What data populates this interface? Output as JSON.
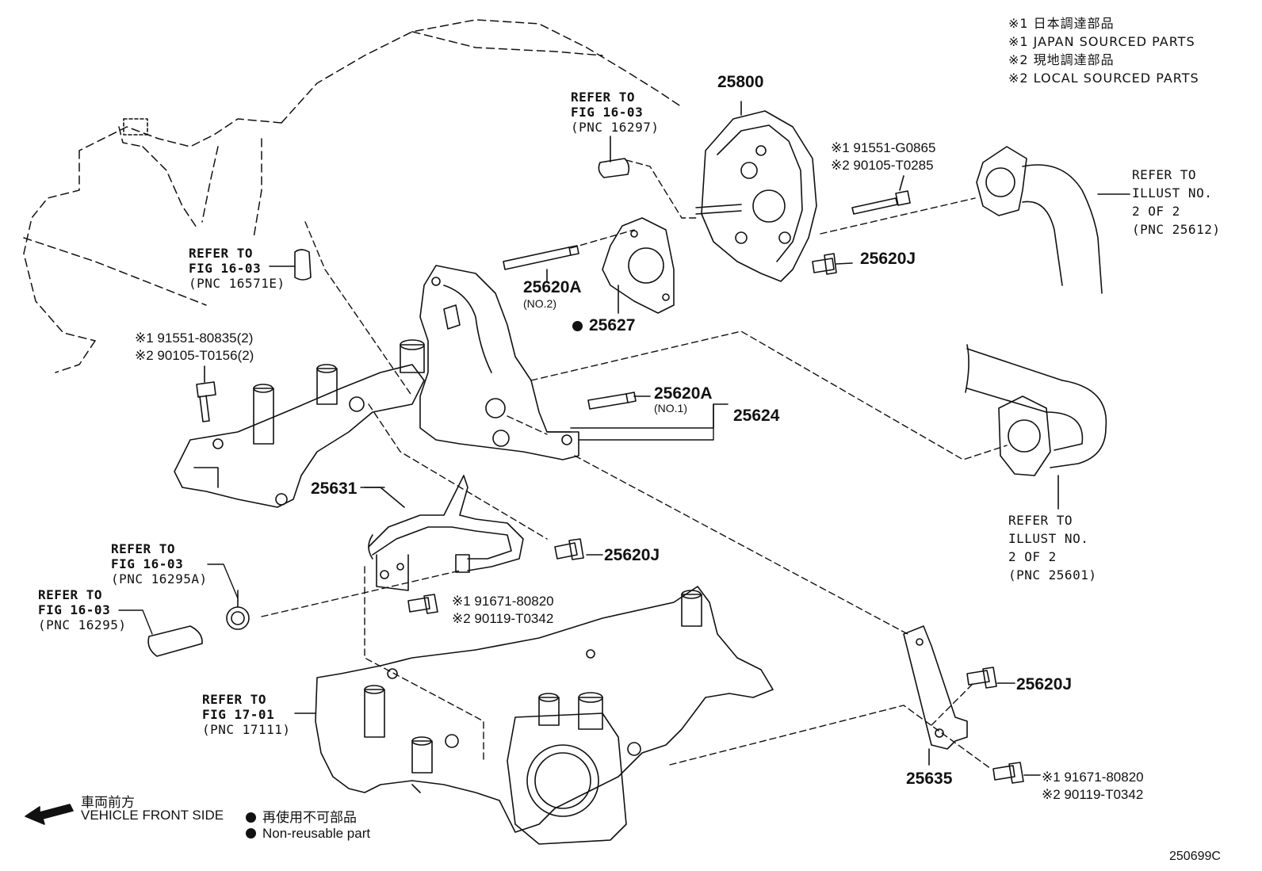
{
  "notes": {
    "line1": "※1 日本調達部品",
    "line2": "※1 JAPAN SOURCED PARTS",
    "line3": "※2 現地調達部品",
    "line4": "※2 LOCAL SOURCED PARTS"
  },
  "refs": {
    "r16297": [
      "REFER TO",
      "FIG 16-03",
      "(PNC 16297)"
    ],
    "r16571": [
      "REFER TO",
      "FIG 16-03",
      "(PNC 16571E)"
    ],
    "r25612": [
      "REFER TO",
      "ILLUST NO.",
      "2 OF 2",
      "(PNC 25612)"
    ],
    "r25601": [
      "REFER TO",
      "ILLUST NO.",
      "2 OF 2",
      "(PNC 25601)"
    ],
    "r16295a": [
      "REFER TO",
      "FIG 16-03",
      "(PNC 16295A)"
    ],
    "r16295": [
      "REFER TO",
      "FIG 16-03",
      "(PNC 16295)"
    ],
    "r17111": [
      "REFER TO",
      "FIG 17-01",
      "(PNC 17111)"
    ]
  },
  "parts": {
    "p25800": "25800",
    "p25620a_no2": "25620A",
    "p25620a_no2_sub": "(NO.2)",
    "p25627": "25627",
    "p25620a_no1": "25620A",
    "p25620a_no1_sub": "(NO.1)",
    "p25624": "25624",
    "p25631": "25631",
    "p25620j_a": "25620J",
    "p25620j_b": "25620J",
    "p25620j_c": "25620J",
    "p25635": "25635"
  },
  "bolts": {
    "b1": [
      "※1 91551-G0865",
      "※2 90105-T0285"
    ],
    "b2": [
      "※1 91551-80835(2)",
      "※2 90105-T0156(2)"
    ],
    "b3": [
      "※1 91671-80820",
      "※2 90119-T0342"
    ],
    "b4": [
      "※1 91671-80820",
      "※2 90119-T0342"
    ]
  },
  "legend": {
    "direction_jp": "車両前方",
    "direction_en": "VEHICLE FRONT SIDE",
    "nonreuse_jp": "再使用不可部品",
    "nonreuse_en": "Non-reusable part"
  },
  "figure_id": "250699C"
}
